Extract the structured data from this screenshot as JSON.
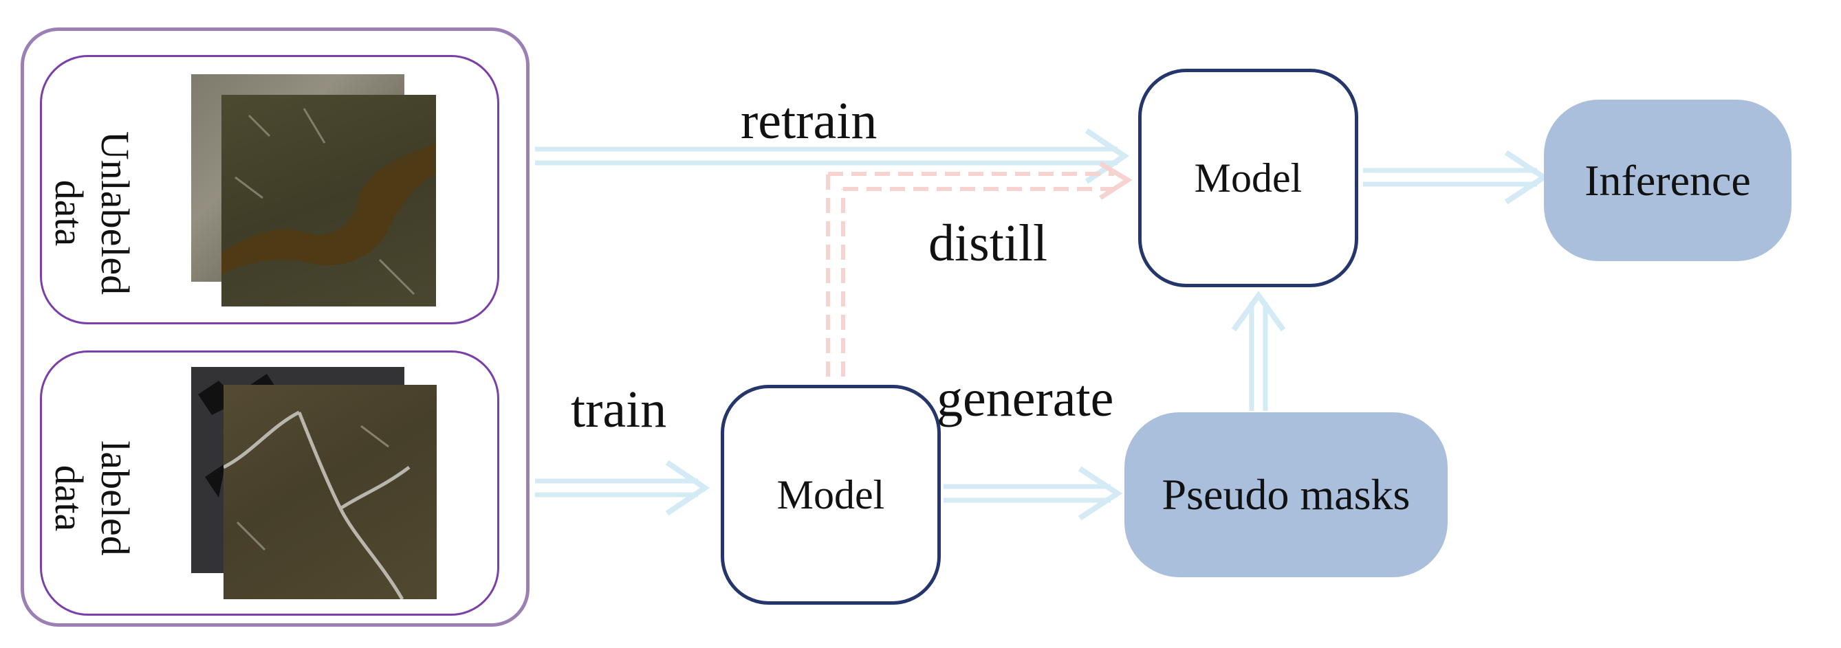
{
  "data_panel": {
    "unlabeled_label": "Unlabeled\ndata",
    "labeled_label": "labeled\ndata"
  },
  "edges": {
    "retrain": "retrain",
    "distill": "distill",
    "train": "train",
    "generate": "generate"
  },
  "nodes": {
    "model_top": "Model",
    "model_bottom": "Model",
    "inference": "Inference",
    "pseudo_masks": "Pseudo masks"
  },
  "colors": {
    "outer_border": "#9b7fb5",
    "inner_border": "#7a3fa8",
    "model_border": "#24366b",
    "fill_box": "#aabfdb",
    "arrow_blue": "#d4ebf6",
    "arrow_pink": "#f6d2d0"
  }
}
